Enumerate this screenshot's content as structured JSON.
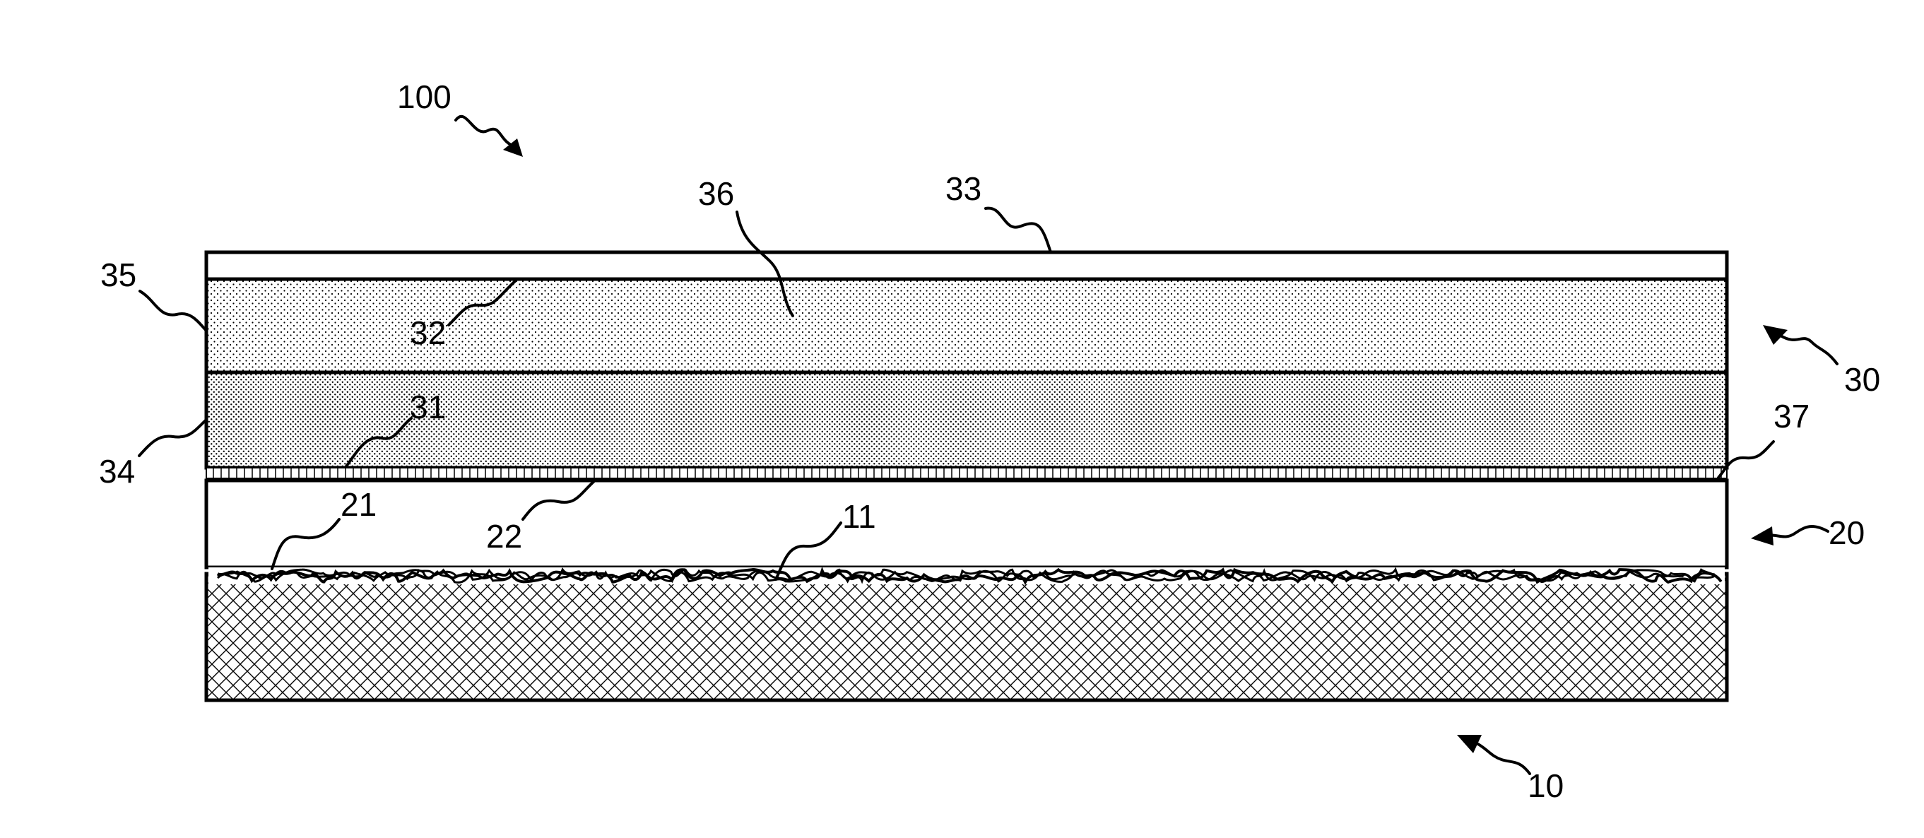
{
  "figure": {
    "reference_numerals": {
      "assembly": "100",
      "substrate_assembly": "10",
      "substrate_surface": "11",
      "intermediate_layer": "20",
      "intermediate_lower_surface": "21",
      "intermediate_upper_surface": "22",
      "top_assembly": "30",
      "bond_interface": "31",
      "layer_boundary": "32",
      "top_surface": "33",
      "lower_side_edge": "34",
      "upper_side_edge": "35",
      "top_layer_body": "36",
      "bond_layer": "37"
    },
    "colors": {
      "line": "#000000",
      "background": "#ffffff",
      "dot_fill": "#000000"
    }
  }
}
